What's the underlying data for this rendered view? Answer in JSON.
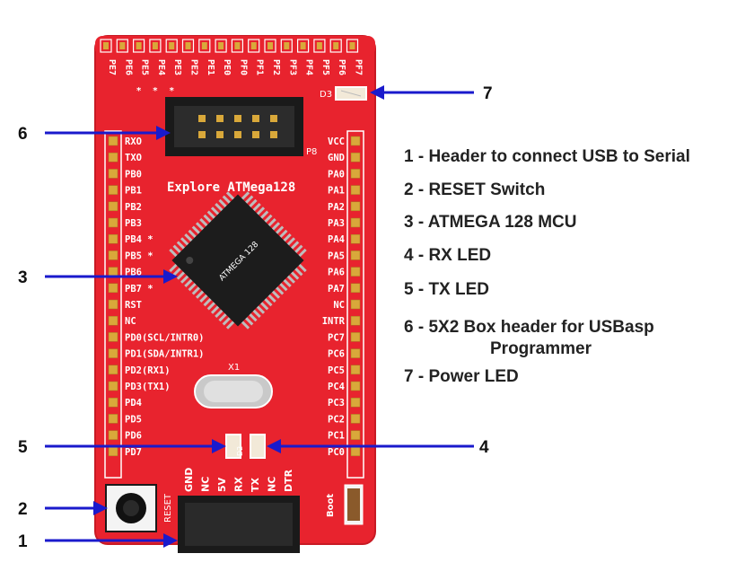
{
  "board": {
    "title": "Explore ATMega128",
    "chip_label": "ATMEGA 128",
    "crystal_label": "X1",
    "p8_label": "P8",
    "d3_label": "D3",
    "d2_label": "D2",
    "reset_label": "RESET",
    "boot_label": "Boot",
    "top_pins": [
      "PE7",
      "PE6",
      "PE5",
      "PE4",
      "PE3",
      "PE2",
      "PE1",
      "PE0",
      "PF0",
      "PF1",
      "PF2",
      "PF3",
      "PF4",
      "PF5",
      "PF6",
      "PF7"
    ],
    "top_marks": [
      "",
      "",
      "*",
      "*",
      "*",
      "",
      "",
      "",
      "",
      "",
      "",
      "",
      "",
      "",
      "",
      ""
    ],
    "left_pins": [
      "RXO",
      "TXO",
      "PB0",
      "PB1",
      "PB2",
      "PB3",
      "PB4 *",
      "PB5 *",
      "PB6",
      "PB7 *",
      "RST",
      "NC",
      "PD0(SCL/INTR0)",
      "PD1(SDA/INTR1)",
      "PD2(RX1)",
      "PD3(TX1)",
      "PD4",
      "PD5",
      "PD6",
      "PD7"
    ],
    "right_pins": [
      "VCC",
      "GND",
      "PA0",
      "PA1",
      "PA2",
      "PA3",
      "PA4",
      "PA5",
      "PA6",
      "PA7",
      "NC",
      "INTR",
      "PC7",
      "PC6",
      "PC5",
      "PC4",
      "PC3",
      "PC2",
      "PC1",
      "PC0"
    ],
    "serial_pins": [
      "GND",
      "NC",
      "5V",
      "RX",
      "TX",
      "NC",
      "DTR"
    ]
  },
  "callouts": [
    {
      "num": "6"
    },
    {
      "num": "3"
    },
    {
      "num": "5"
    },
    {
      "num": "2"
    },
    {
      "num": "1"
    },
    {
      "num": "7"
    },
    {
      "num": "4"
    }
  ],
  "legend": [
    "1 - Header to connect USB to Serial",
    "2 - RESET Switch",
    "3 - ATMEGA 128 MCU",
    "4 - RX LED",
    "5 - TX LED",
    "6 - 5X2 Box header for USBasp",
    "Programmer",
    "7 - Power LED"
  ],
  "colors": {
    "board": "#e8232e",
    "board_edge": "#c81a24",
    "arrow": "#1a1acc",
    "chip": "#1c1c1c",
    "gold": "#d9a83a"
  }
}
